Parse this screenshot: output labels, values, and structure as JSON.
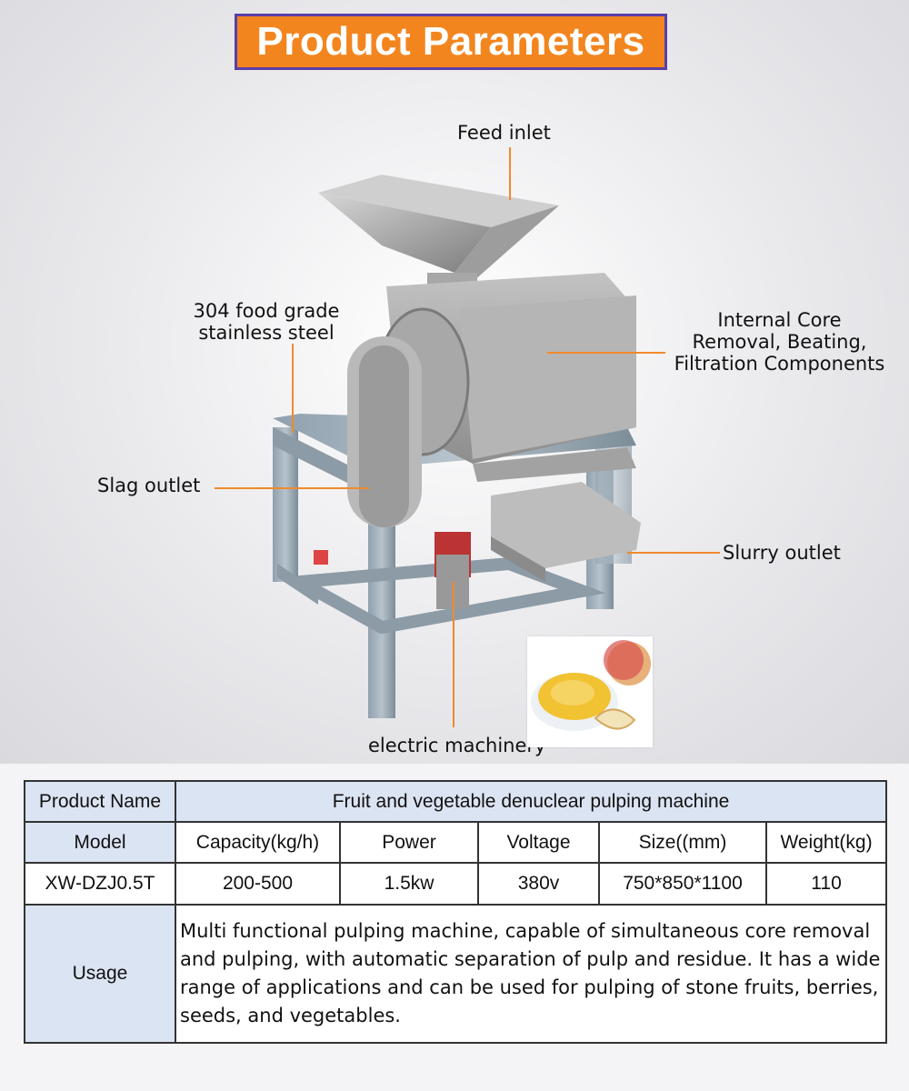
{
  "title": "Product Parameters",
  "callouts": {
    "feed_inlet": "Feed inlet",
    "steel_line1": "304 food grade",
    "steel_line2": "stainless steel",
    "internal_line1": "Internal Core",
    "internal_line2": "Removal, Beating,",
    "internal_line3": "Filtration Components",
    "slag_outlet": "Slag outlet",
    "slurry_outlet": "Slurry outlet",
    "motor": "electric machinery"
  },
  "colors": {
    "title_bg": "#f3851f",
    "title_border": "#5a3ea8",
    "lead_line": "#f08a2c",
    "table_header_bg": "#dbe4f2"
  },
  "table": {
    "product_name_label": "Product Name",
    "product_name_value": "Fruit and vegetable denuclear pulping machine",
    "headers": [
      "Model",
      "Capacity(kg/h)",
      "Power",
      "Voltage",
      "Size((mm)",
      "Weight(kg)"
    ],
    "row": [
      "XW-DZJ0.5T",
      "200-500",
      "1.5kw",
      "380v",
      "750*850*1100",
      "110"
    ],
    "usage_label": "Usage",
    "usage_text": "Multi functional pulping machine, capable of simultaneous core removal and pulping, with automatic separation of pulp and residue. It has a wide range of applications and can be used for pulping of stone fruits, berries, seeds, and vegetables."
  }
}
